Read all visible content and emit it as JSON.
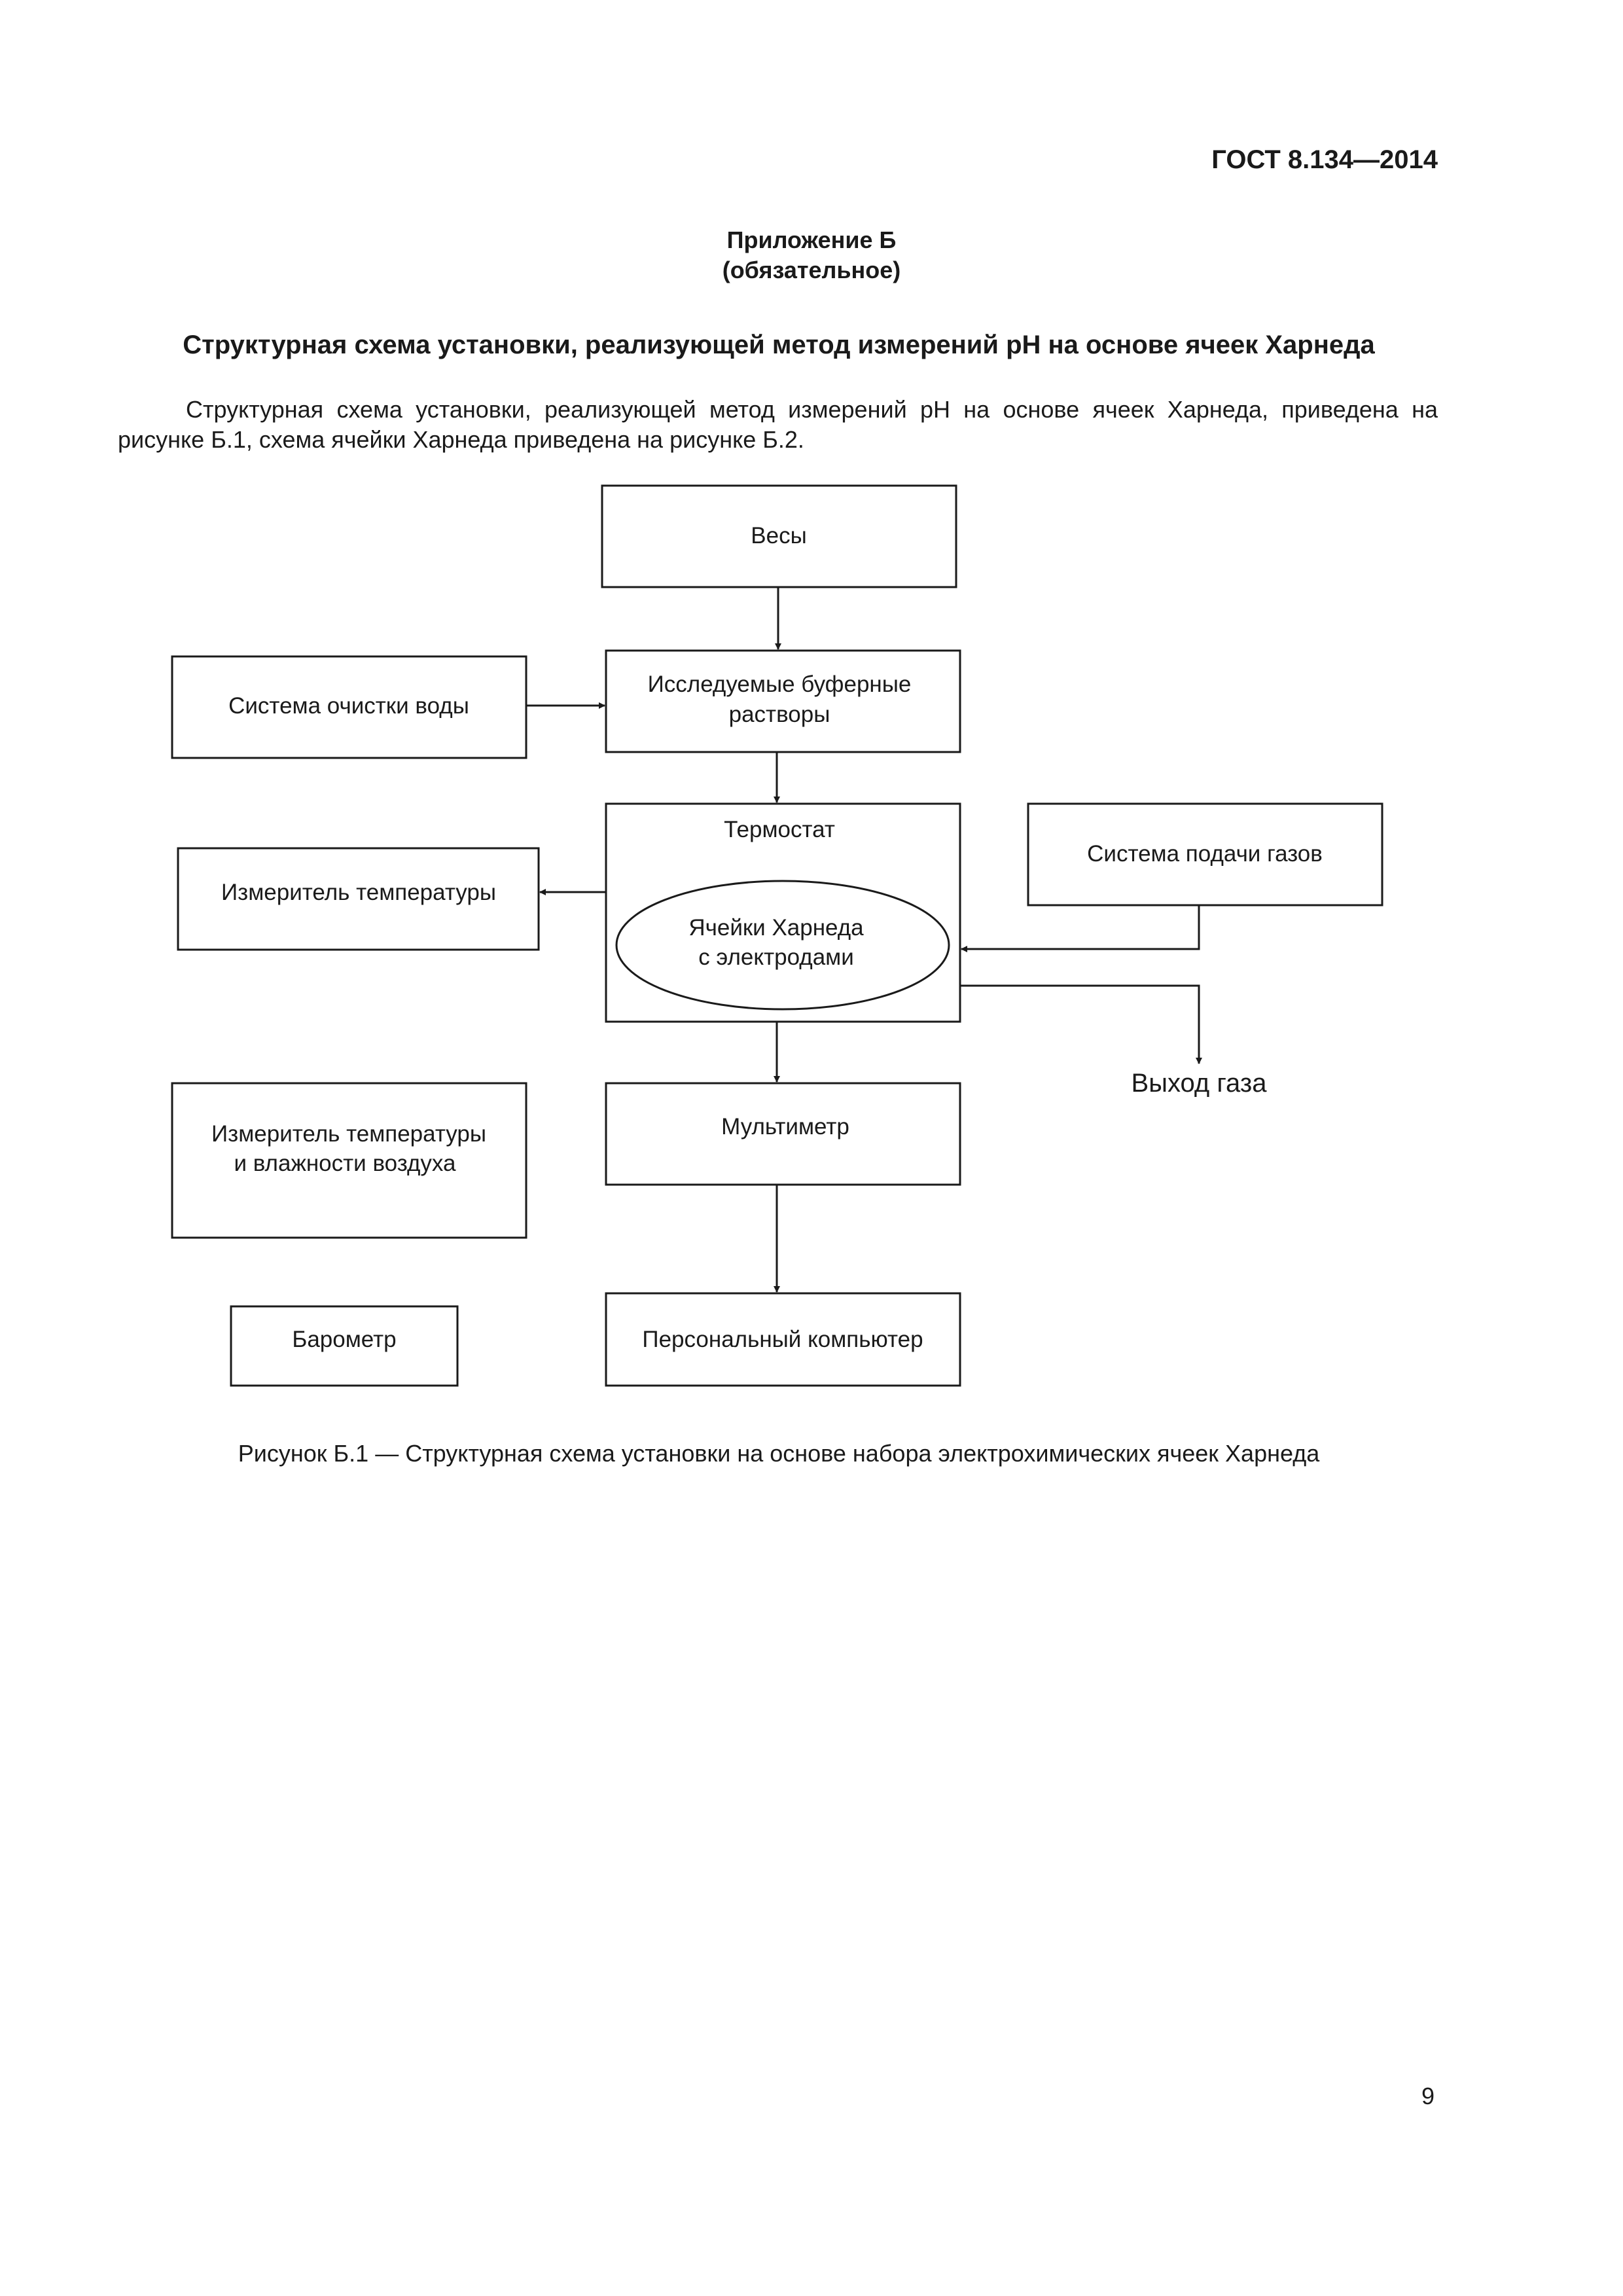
{
  "header": {
    "standard": "ГОСТ 8.134—2014"
  },
  "annex": {
    "title": "Приложение Б",
    "status": "(обязательное)"
  },
  "section_title": "Структурная схема установки, реализующей метод измерений рН на основе ячеек Харнеда",
  "paragraph": "Структурная схема установки, реализующей метод измерений рН на основе ячеек Харнеда, приведена на рисунке Б.1, схема ячейки Харнеда приведена на рисунке Б.2.",
  "diagram": {
    "scales": "Весы",
    "buffers_line1": "Исследуемые буферные",
    "buffers_line2": "растворы",
    "water": "Система очистки воды",
    "thermostat": "Термостат",
    "cells_line1": "Ячейки Харнеда",
    "cells_line2": "с электродами",
    "gas_supply": "Система подачи газов",
    "temp_meter": "Измеритель температуры",
    "gas_out": "Выход газа",
    "air_meter_line1": "Измеритель температуры",
    "air_meter_line2": "и влажности воздуха",
    "multimeter": "Мультиметр",
    "barometer": "Барометр",
    "pc": "Персональный компьютер"
  },
  "figure_caption": "Рисунок Б.1 — Структурная схема установки на основе набора электрохимических ячеек Харнеда",
  "page_number": "9"
}
